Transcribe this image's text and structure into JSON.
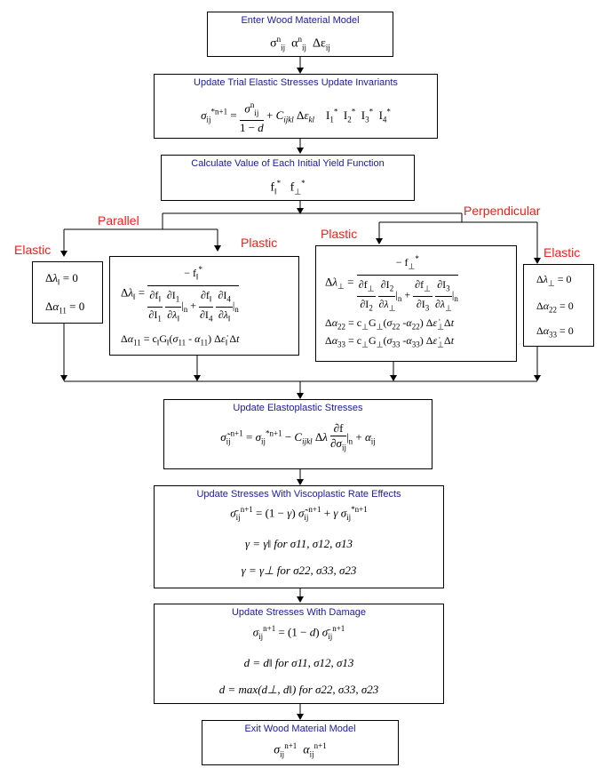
{
  "nodes": {
    "enter": {
      "title": "Enter Wood Material Model",
      "eq": "σ<sup>n</sup><sub>ij</sub>  α<sup>n</sup><sub>ij</sub>  Δε<sub>ij</sub>"
    },
    "trial": {
      "title": "Update Trial Elastic Stresses  Update Invariants"
    },
    "yield": {
      "title": "Calculate Value of Each Initial Yield Function"
    },
    "elasto": {
      "title": "Update Elastoplastic Stresses"
    },
    "visco": {
      "title": "Update Stresses With Viscoplastic Rate Effects",
      "line2": "γ = γ‖  for  σ11, σ12, σ13",
      "line3": "γ = γ⊥  for  σ22, σ33, σ23"
    },
    "damage": {
      "title": "Update Stresses With Damage",
      "line2": "d = d‖  for  σ11, σ12, σ13",
      "line3": "d = max(d⊥, d‖)  for  σ22, σ33, σ23"
    },
    "exit": {
      "title": "Exit Wood Material Model"
    }
  },
  "branch_labels": {
    "parallel": "Parallel",
    "perpendicular": "Perpendicular",
    "elastic_left": "Elastic",
    "plastic_left": "Plastic",
    "plastic_right": "Plastic",
    "elastic_right": "Elastic"
  },
  "colors": {
    "title": "#1a1aa0",
    "branch_label": "#ff1a1a",
    "line": "#000000"
  }
}
